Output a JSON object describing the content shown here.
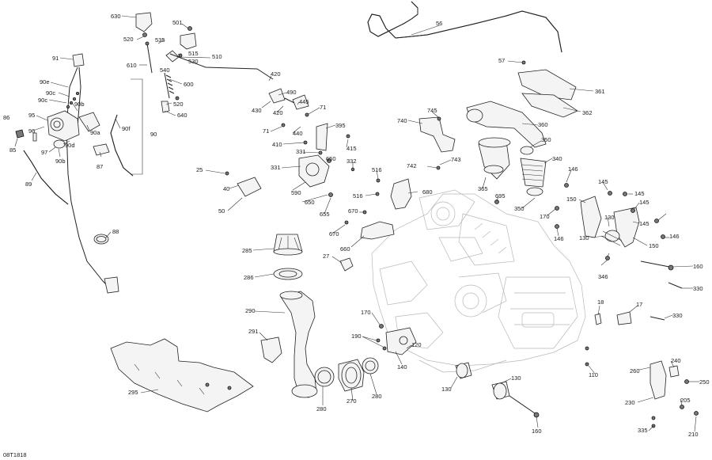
{
  "diagram_ref": "08T1818",
  "callouts": [
    {
      "id": "630",
      "text": "630"
    },
    {
      "id": "501",
      "text": "501"
    },
    {
      "id": "520a",
      "text": "520"
    },
    {
      "id": "535",
      "text": "535"
    },
    {
      "id": "515",
      "text": "515"
    },
    {
      "id": "530",
      "text": "530"
    },
    {
      "id": "610",
      "text": "610"
    },
    {
      "id": "540",
      "text": "540"
    },
    {
      "id": "510",
      "text": "510"
    },
    {
      "id": "600",
      "text": "600"
    },
    {
      "id": "520b",
      "text": "520"
    },
    {
      "id": "640",
      "text": "640"
    },
    {
      "id": "91",
      "text": "91"
    },
    {
      "id": "90e",
      "text": "90e"
    },
    {
      "id": "90c1",
      "text": "90c"
    },
    {
      "id": "90c2",
      "text": "90c"
    },
    {
      "id": "90b1",
      "text": "90b"
    },
    {
      "id": "86",
      "text": "86"
    },
    {
      "id": "95",
      "text": "95"
    },
    {
      "id": "96",
      "text": "96"
    },
    {
      "id": "85",
      "text": "85"
    },
    {
      "id": "97",
      "text": "97"
    },
    {
      "id": "90d",
      "text": "90d"
    },
    {
      "id": "90a",
      "text": "90a"
    },
    {
      "id": "90f",
      "text": "90f"
    },
    {
      "id": "90",
      "text": "90"
    },
    {
      "id": "87",
      "text": "87"
    },
    {
      "id": "90b2",
      "text": "90b"
    },
    {
      "id": "89",
      "text": "89"
    },
    {
      "id": "88",
      "text": "88"
    },
    {
      "id": "56",
      "text": "56"
    },
    {
      "id": "57",
      "text": "57"
    },
    {
      "id": "361",
      "text": "361"
    },
    {
      "id": "362",
      "text": "362"
    },
    {
      "id": "420a",
      "text": "420"
    },
    {
      "id": "490",
      "text": "490"
    },
    {
      "id": "445",
      "text": "445"
    },
    {
      "id": "430",
      "text": "430"
    },
    {
      "id": "420b",
      "text": "420"
    },
    {
      "id": "71a",
      "text": "71"
    },
    {
      "id": "440",
      "text": "440"
    },
    {
      "id": "71b",
      "text": "71"
    },
    {
      "id": "395",
      "text": "395"
    },
    {
      "id": "745",
      "text": "745"
    },
    {
      "id": "740",
      "text": "740"
    },
    {
      "id": "360",
      "text": "360"
    },
    {
      "id": "410",
      "text": "410"
    },
    {
      "id": "415",
      "text": "415"
    },
    {
      "id": "331a",
      "text": "331"
    },
    {
      "id": "350a",
      "text": "350"
    },
    {
      "id": "340",
      "text": "340"
    },
    {
      "id": "331b",
      "text": "331"
    },
    {
      "id": "650a",
      "text": "650"
    },
    {
      "id": "332",
      "text": "332"
    },
    {
      "id": "743",
      "text": "743"
    },
    {
      "id": "742",
      "text": "742"
    },
    {
      "id": "25",
      "text": "25"
    },
    {
      "id": "516a",
      "text": "516"
    },
    {
      "id": "146a",
      "text": "146"
    },
    {
      "id": "365",
      "text": "365"
    },
    {
      "id": "40",
      "text": "40"
    },
    {
      "id": "590",
      "text": "590"
    },
    {
      "id": "145a",
      "text": "145"
    },
    {
      "id": "650b",
      "text": "650"
    },
    {
      "id": "516b",
      "text": "516"
    },
    {
      "id": "680",
      "text": "680"
    },
    {
      "id": "695",
      "text": "695"
    },
    {
      "id": "150a",
      "text": "150"
    },
    {
      "id": "145b",
      "text": "145"
    },
    {
      "id": "50",
      "text": "50"
    },
    {
      "id": "655",
      "text": "655"
    },
    {
      "id": "350b",
      "text": "350"
    },
    {
      "id": "170a",
      "text": "170"
    },
    {
      "id": "130a",
      "text": "130"
    },
    {
      "id": "145c",
      "text": "145"
    },
    {
      "id": "670a",
      "text": "670"
    },
    {
      "id": "146b",
      "text": "146"
    },
    {
      "id": "145d",
      "text": "145"
    },
    {
      "id": "130b",
      "text": "130"
    },
    {
      "id": "670b",
      "text": "670"
    },
    {
      "id": "146c",
      "text": "146"
    },
    {
      "id": "150b",
      "text": "150"
    },
    {
      "id": "285",
      "text": "285"
    },
    {
      "id": "660",
      "text": "660"
    },
    {
      "id": "27",
      "text": "27"
    },
    {
      "id": "346",
      "text": "346"
    },
    {
      "id": "160a",
      "text": "160"
    },
    {
      "id": "286",
      "text": "286"
    },
    {
      "id": "330a",
      "text": "330"
    },
    {
      "id": "18",
      "text": "18"
    },
    {
      "id": "17",
      "text": "17"
    },
    {
      "id": "290",
      "text": "290"
    },
    {
      "id": "170b",
      "text": "170"
    },
    {
      "id": "330b",
      "text": "330"
    },
    {
      "id": "291",
      "text": "291"
    },
    {
      "id": "190",
      "text": "190"
    },
    {
      "id": "120",
      "text": "120"
    },
    {
      "id": "140",
      "text": "140"
    },
    {
      "id": "240",
      "text": "240"
    },
    {
      "id": "110",
      "text": "110"
    },
    {
      "id": "260",
      "text": "260"
    },
    {
      "id": "250",
      "text": "250"
    },
    {
      "id": "130c",
      "text": "130"
    },
    {
      "id": "130d",
      "text": "130"
    },
    {
      "id": "295",
      "text": "295"
    },
    {
      "id": "280a",
      "text": "280"
    },
    {
      "id": "230",
      "text": "230"
    },
    {
      "id": "280b",
      "text": "280"
    },
    {
      "id": "270",
      "text": "270"
    },
    {
      "id": "205",
      "text": "205"
    },
    {
      "id": "335",
      "text": "335"
    },
    {
      "id": "160b",
      "text": "160"
    },
    {
      "id": "210",
      "text": "210"
    }
  ]
}
